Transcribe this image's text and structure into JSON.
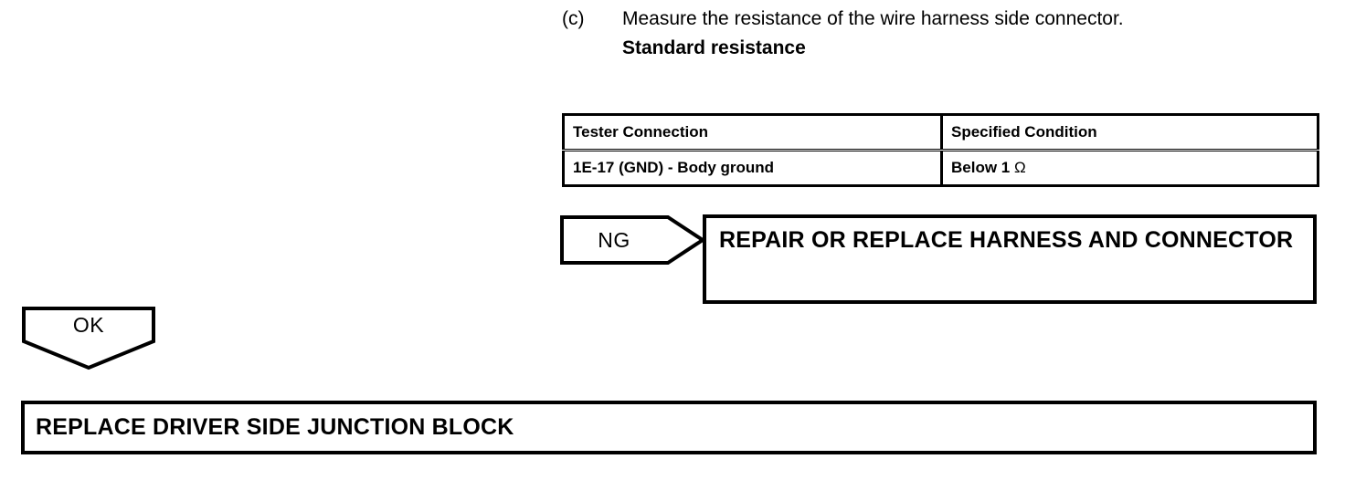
{
  "step": {
    "marker": "(c)",
    "instruction": "Measure the resistance of the wire harness side connector.",
    "subheading": "Standard resistance"
  },
  "spec_table": {
    "columns": [
      "Tester Connection",
      "Specified Condition"
    ],
    "rows": [
      {
        "tester_connection": "1E-17 (GND) - Body ground",
        "specified_condition_value": "Below 1",
        "specified_condition_unit": "Ω"
      }
    ]
  },
  "flow": {
    "ng_marker_label": "NG",
    "ng_result_text": "REPAIR OR REPLACE HARNESS AND CONNECTOR",
    "ok_marker_label": "OK",
    "final_result_text": "REPLACE DRIVER SIDE JUNCTION BLOCK"
  },
  "colors": {
    "ink": "#000000",
    "paper": "#ffffff"
  }
}
